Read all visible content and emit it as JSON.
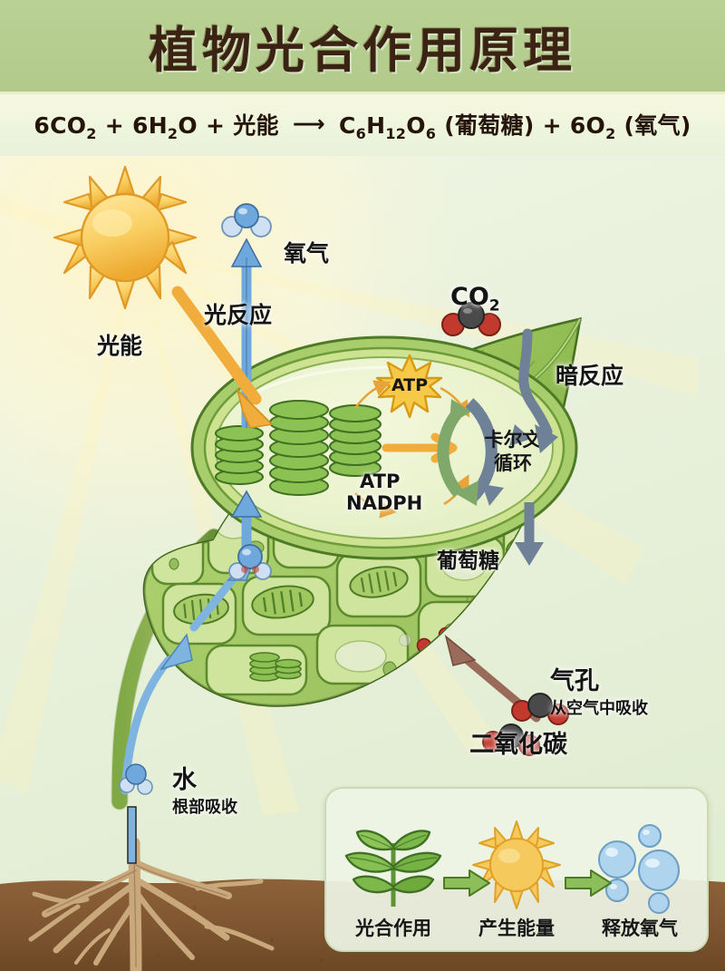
{
  "header": {
    "title": "植物光合作用原理",
    "title_band_color": "#b5cd8e",
    "title_text_color": "#3b2314"
  },
  "equation": {
    "reactant_co2_coef": "6CO",
    "reactant_co2_sub": "2",
    "plus1": "+",
    "reactant_h2o_coef": "6H",
    "reactant_h2o_sub": "2",
    "reactant_h2o_tail": "O",
    "plus2": "+",
    "light": "光能",
    "arrow": "⟶",
    "product_glucose": "C",
    "glucose_sub1": "6",
    "glucose_h": "H",
    "glucose_sub2": "12",
    "glucose_o": "O",
    "glucose_sub3": "6",
    "glucose_name": "(葡萄糖)",
    "plus3": "+",
    "product_o2": "6O",
    "o2_sub": "2",
    "o2_name": "(氧气)",
    "full_text": "6CO2 + 6H2O + 光能 ⟶ C6H12O6 (葡萄糖) + 6O2 (氧气)"
  },
  "diagram": {
    "labels": {
      "light_energy": "光能",
      "light_reaction": "光反应",
      "oxygen": "氧气",
      "co2_formula": "CO",
      "co2_sub": "2",
      "dark_reaction": "暗反应",
      "atp_top": "ATP",
      "atp_nadph_line1": "ATP",
      "atp_nadph_line2": "NADPH",
      "calvin_line1": "卡尔文",
      "calvin_line2": "循环",
      "glucose": "葡萄糖",
      "stomata": "气孔",
      "stomata_sub": "从空气中吸收",
      "carbon_dioxide": "二氧化碳",
      "water": "水",
      "water_sub": "根部吸收"
    },
    "colors": {
      "leaf_green": "#9cc45f",
      "leaf_dark_green": "#5e8a33",
      "chloroplast_fill": "#eef3d4",
      "oxygen_arrow_blue": "#6fa8dc",
      "light_arrow_orange": "#f0ad3c",
      "calvin_arrow_slate": "#6e8196",
      "calvin_arrow_green": "#7fa86a",
      "co2_red": "#c23a2e",
      "co2_carbon_gray": "#4a4a4a",
      "water_blue": "#7fb4e0",
      "soil_brown": "#8a6239",
      "atp_star_yellow": "#f7c948",
      "stomata_arrow_brown": "#9a6a5a"
    }
  },
  "legend": {
    "panel_bg": "#eef4e4",
    "items": [
      {
        "icon": "plant-sprout-icon",
        "caption": "光合作用"
      },
      {
        "icon": "sun-icon",
        "caption": "产生能量"
      },
      {
        "icon": "oxygen-bubbles-icon",
        "caption": "释放氧气"
      }
    ],
    "arrow_color": "#7cab4a"
  }
}
